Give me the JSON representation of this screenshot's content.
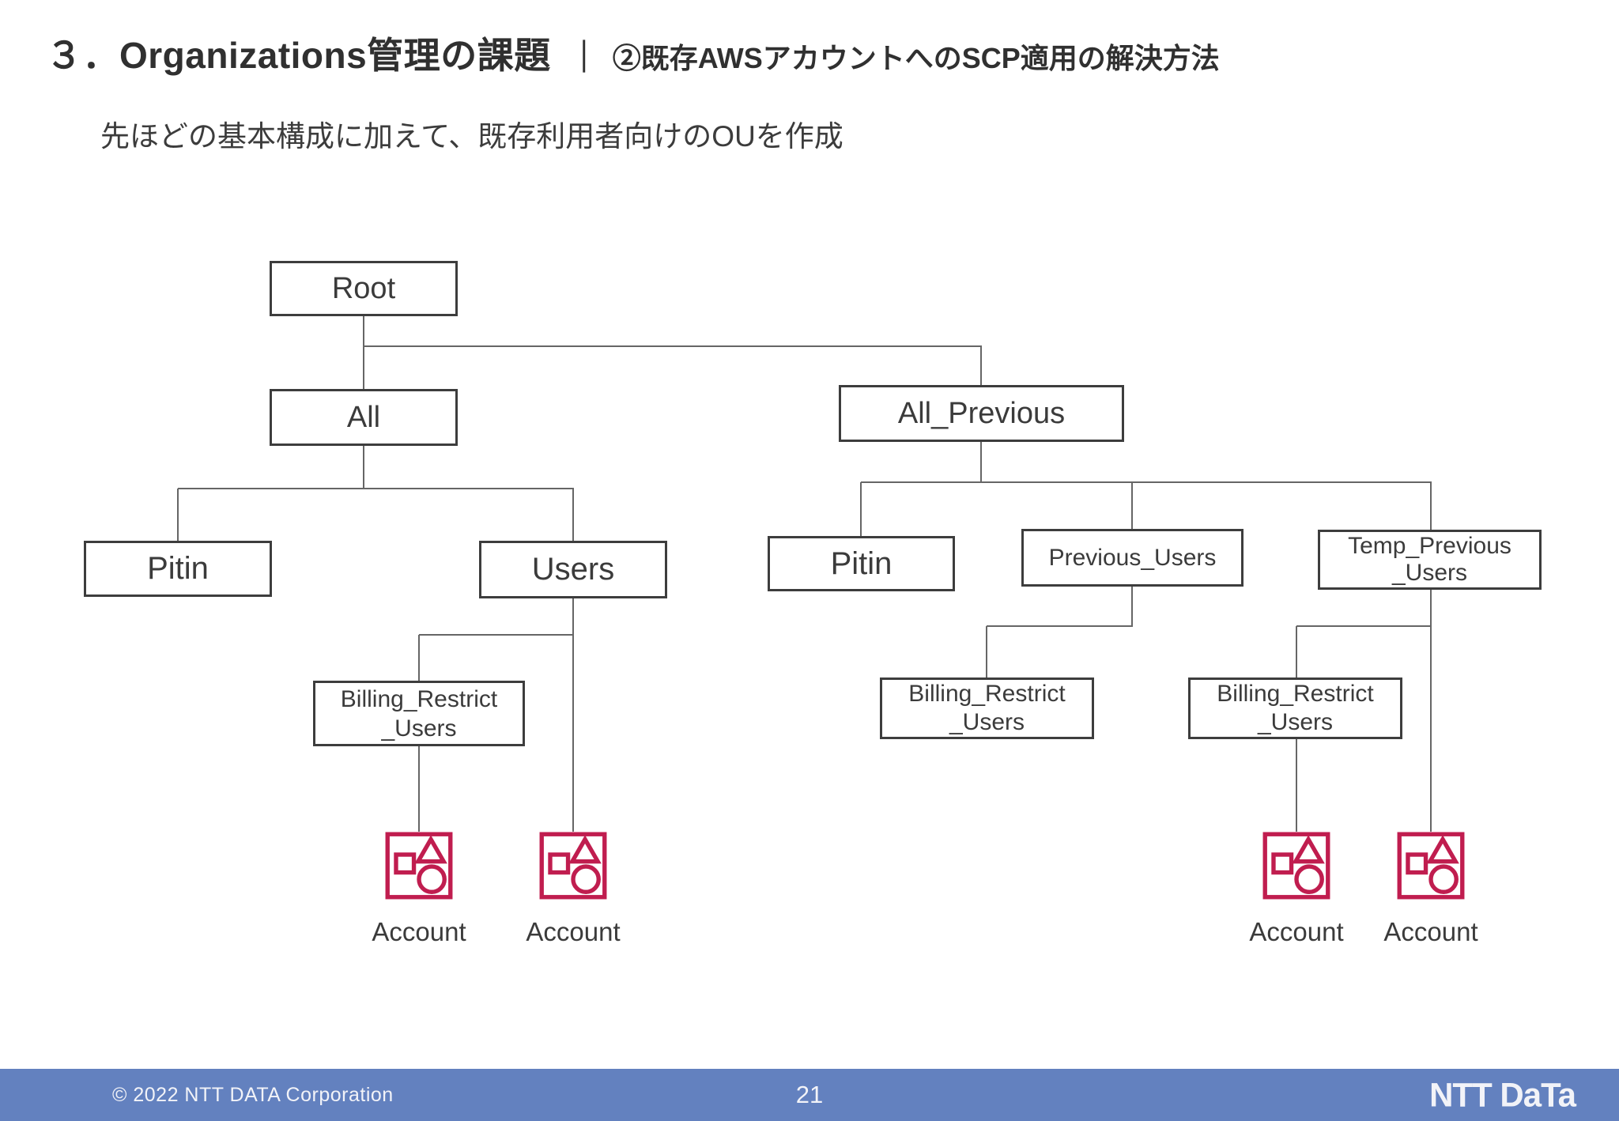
{
  "slide": {
    "title": {
      "main": "３．Organizations管理の課題",
      "separator": "｜",
      "sub": "②既存AWSアカウントへのSCP適用の解決方法"
    },
    "subtitle": "先ほどの基本構成に加えて、既存利用者向けのOUを作成"
  },
  "diagram": {
    "nodes": {
      "root": "Root",
      "all": "All",
      "all_previous": "All_Previous",
      "pitin_left": "Pitin",
      "users": "Users",
      "pitin_right": "Pitin",
      "previous_users": "Previous_Users",
      "temp_previous_users": {
        "line1": "Temp_Previous",
        "line2": "_Users"
      },
      "billing_restrict_users": {
        "line1": "Billing_Restrict",
        "line2": "_Users"
      }
    },
    "account_label": "Account",
    "colors": {
      "account_icon": "#C01D4F",
      "box_border": "#3d3d3d",
      "connector": "#666666"
    }
  },
  "footer": {
    "copyright": "© 2022 NTT DATA Corporation",
    "page_number": "21",
    "logo_text": "NTT DaTa",
    "bar_color": "#6381BF"
  }
}
